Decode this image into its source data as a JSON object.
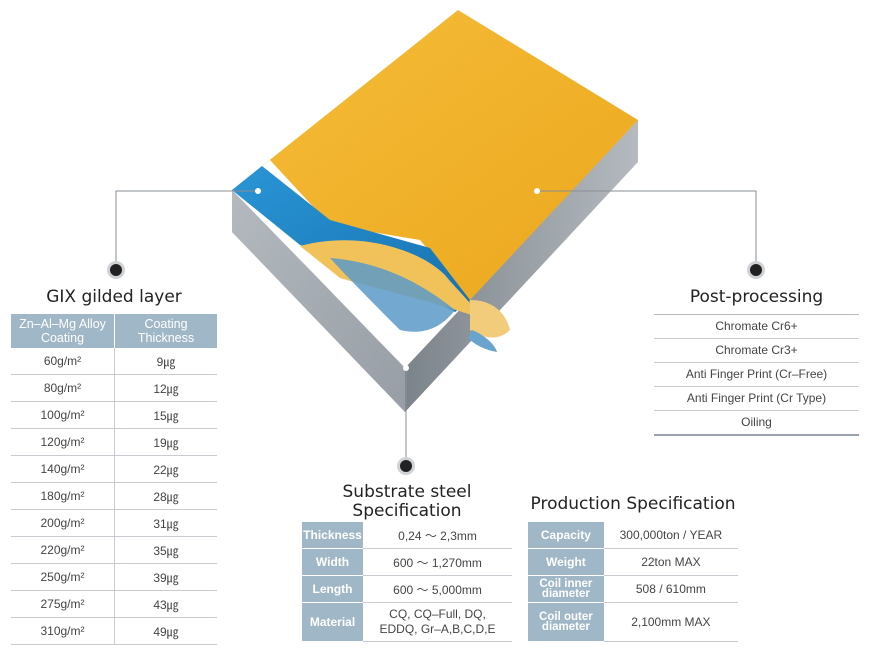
{
  "gix": {
    "title": "GIX gilded layer",
    "header_col1": "Zn–Al–Mg Alloy Coating",
    "header_col2": "Coating Thickness",
    "rows": [
      {
        "coating": "60g/m²",
        "thickness": "9㎍"
      },
      {
        "coating": "80g/m²",
        "thickness": "12㎍"
      },
      {
        "coating": "100g/m²",
        "thickness": "15㎍"
      },
      {
        "coating": "120g/m²",
        "thickness": "19㎍"
      },
      {
        "coating": "140g/m²",
        "thickness": "22㎍"
      },
      {
        "coating": "180g/m²",
        "thickness": "28㎍"
      },
      {
        "coating": "200g/m²",
        "thickness": "31㎍"
      },
      {
        "coating": "220g/m²",
        "thickness": "35㎍"
      },
      {
        "coating": "250g/m²",
        "thickness": "39㎍"
      },
      {
        "coating": "275g/m²",
        "thickness": "43㎍"
      },
      {
        "coating": "310g/m²",
        "thickness": "49㎍"
      }
    ]
  },
  "post": {
    "title": "Post-processing",
    "items": [
      "Chromate Cr6+",
      "Chromate Cr3+",
      "Anti Finger Print (Cr–Free)",
      "Anti Finger Print (Cr Type)",
      "Oiling"
    ]
  },
  "substrate": {
    "title_line1": "Substrate steel",
    "title_line2": "Specification",
    "rows": [
      {
        "label": "Thickness",
        "value": "0,24 ～ 2,3mm"
      },
      {
        "label": "Width",
        "value": "600 ～ 1,270mm"
      },
      {
        "label": "Length",
        "value": "600 ～ 5,000mm"
      },
      {
        "label": "Material",
        "value": "CQ, CQ–Full, DQ, EDDQ, Gr–A,B,C,D,E"
      }
    ]
  },
  "production": {
    "title": "Production Specification",
    "rows": [
      {
        "label": "Capacity",
        "value": "300,000ton / YEAR"
      },
      {
        "label": "Weight",
        "value": "22ton MAX"
      },
      {
        "label": "Coil inner diameter",
        "value": "508 / 610mm"
      },
      {
        "label": "Coil outer diameter",
        "value": "2,100mm MAX"
      }
    ]
  },
  "colors": {
    "coating_orange": "#f3b22a",
    "coating_blue": "#1f86c9",
    "steel_gray": "#a7adb3",
    "header_blue_gray": "#9fb7c6"
  }
}
